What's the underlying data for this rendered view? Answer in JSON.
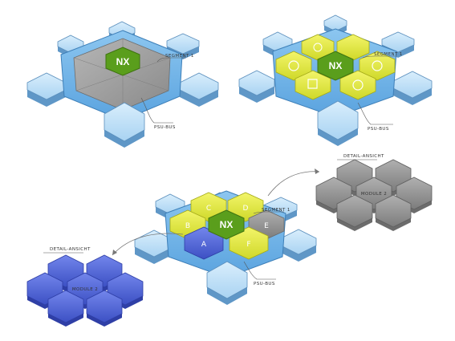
{
  "labels": {
    "center_badge": "NX",
    "segment_label": "SEGMENT 1",
    "bus_label": "PSU-BUS",
    "detail_label": "DETAIL-ANSICHT",
    "module_label": "MODULE 2"
  },
  "cells": {
    "c1": "C",
    "c2": "D",
    "b": "B",
    "e": "E",
    "a": "A",
    "f": "F"
  },
  "colors": {
    "outer_module": "#bfe0f7",
    "ring": "#6fb3e8",
    "plate": "#9a9a9a",
    "nx": "#5a9e1c",
    "yellow": "#e6ec3a",
    "blue": "#4d63d6",
    "grey": "#8c8c8c"
  }
}
